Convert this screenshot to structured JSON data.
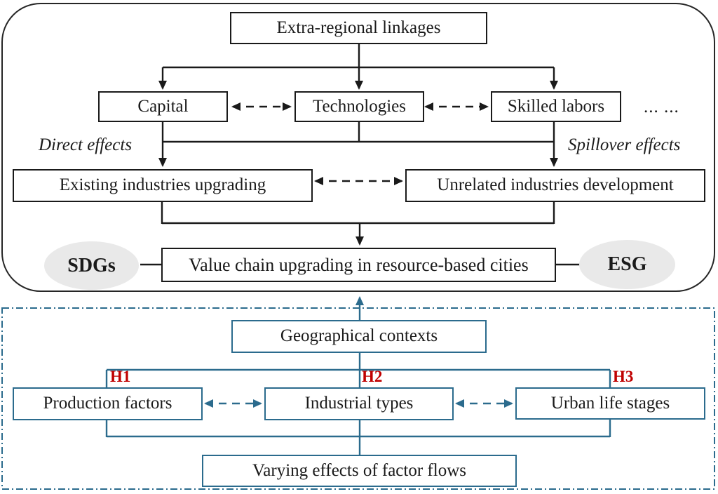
{
  "colors": {
    "black_line": "#1a1a1a",
    "teal_line": "#2b6b8d",
    "hypothesis_red": "#c00000",
    "ellipse_fill": "#e9e9e9"
  },
  "top_panel": {
    "boxes": {
      "extra_regional": "Extra-regional linkages",
      "capital": "Capital",
      "technologies": "Technologies",
      "skilled_labors": "Skilled labors",
      "existing_industries": "Existing industries upgrading",
      "unrelated_industries": "Unrelated industries development",
      "value_chain": "Value chain upgrading in resource-based cities"
    },
    "labels": {
      "direct_effects": "Direct effects",
      "spillover_effects": "Spillover effects",
      "ellipsis": "... ...",
      "sdgs": "SDGs",
      "esg": "ESG"
    }
  },
  "bottom_panel": {
    "boxes": {
      "geographical_contexts": "Geographical contexts",
      "production_factors": "Production factors",
      "industrial_types": "Industrial types",
      "urban_life_stages": "Urban life stages",
      "varying_effects": "Varying effects of factor flows"
    },
    "hypotheses": {
      "h1": "H1",
      "h2": "H2",
      "h3": "H3"
    }
  }
}
